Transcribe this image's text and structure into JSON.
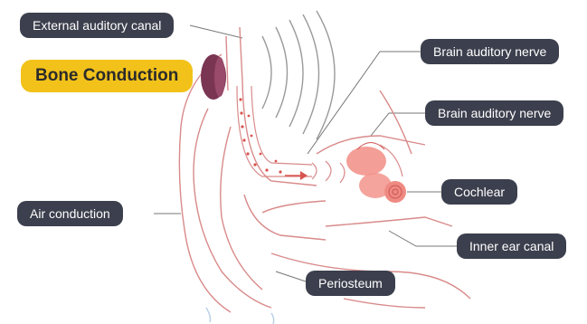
{
  "labels": {
    "external_canal": "External auditory canal",
    "bone_conduction": "Bone Conduction",
    "air_conduction": "Air conduction",
    "brain_nerve_1": "Brain auditory nerve",
    "brain_nerve_2": "Brain auditory nerve",
    "cochlear": "Cochlear",
    "inner_canal": "Inner ear canal",
    "periosteum": "Periosteum"
  },
  "colors": {
    "label_bg": "#3c3f4d",
    "highlight_bg": "#f2c21a",
    "anatomy_line": "#d98a8a",
    "cochlea_fill": "#f2948c",
    "device": "#7a3552",
    "sound_wave": "#9a9a9a"
  }
}
